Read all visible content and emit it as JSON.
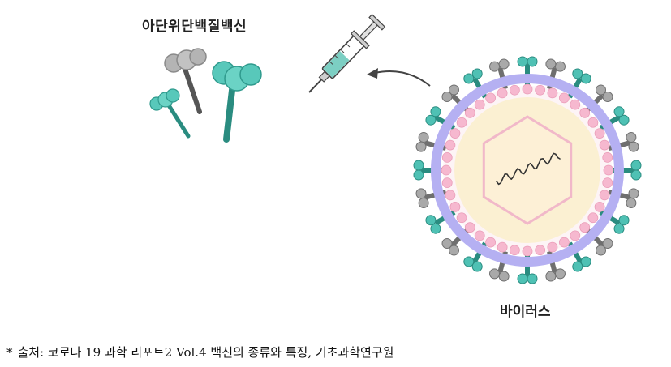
{
  "labels": {
    "vaccine": "아단위단백질백신",
    "virus": "바이러스"
  },
  "caption": {
    "marker": "*",
    "text": "출처: 코로나 19 과학 리포트2 Vol.4 백신의 종류와 특징, 기초과학연구원"
  },
  "colors": {
    "teal": "#4fc1b4",
    "teal_dark": "#2a8c80",
    "gray": "#a9a9a9",
    "gray_dark": "#6f6f6f",
    "membrane": "#b5b0f2",
    "pink": "#f6b8cf",
    "core": "#fbf0d2",
    "capsid": "#f1b8c9",
    "syringe": "#7ccfc3"
  },
  "icons": [
    "syringe-icon",
    "protein-subunit-icon",
    "virus-icon",
    "arrow-icon",
    "rna-icon"
  ]
}
